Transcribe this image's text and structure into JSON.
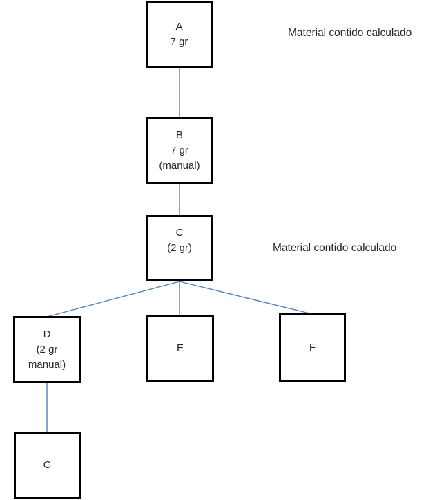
{
  "diagram": {
    "boxes": [
      {
        "id": "A",
        "text": "A\n7 gr"
      },
      {
        "id": "B",
        "text": "B\n7 gr\n(manual)"
      },
      {
        "id": "C",
        "text": "C\n(2 gr)"
      },
      {
        "id": "D",
        "text": "D\n(2 gr\nmanual)"
      },
      {
        "id": "E",
        "text": "E"
      },
      {
        "id": "F",
        "text": "F"
      },
      {
        "id": "G",
        "text": "G"
      }
    ],
    "annotations": [
      {
        "text": "Material contido calculado"
      },
      {
        "text": "Material contido calculado"
      }
    ],
    "colors": {
      "connector": "#4f81bd",
      "box_border": "#000000",
      "text": "#262626",
      "background": "#ffffff"
    }
  }
}
